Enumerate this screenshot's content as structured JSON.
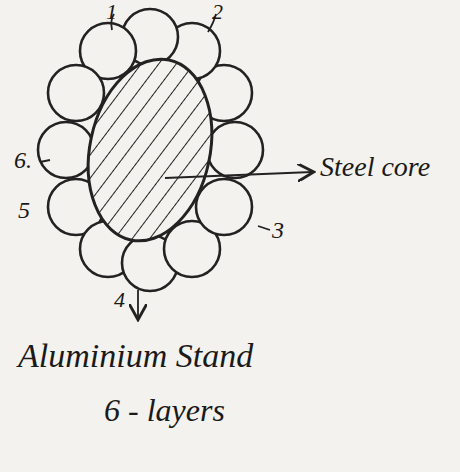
{
  "diagram": {
    "labels": [
      "1",
      "2",
      "3",
      "4",
      "5",
      "6.",
      "Steel core",
      "Aluminium Stand",
      "6 - layers"
    ]
  }
}
